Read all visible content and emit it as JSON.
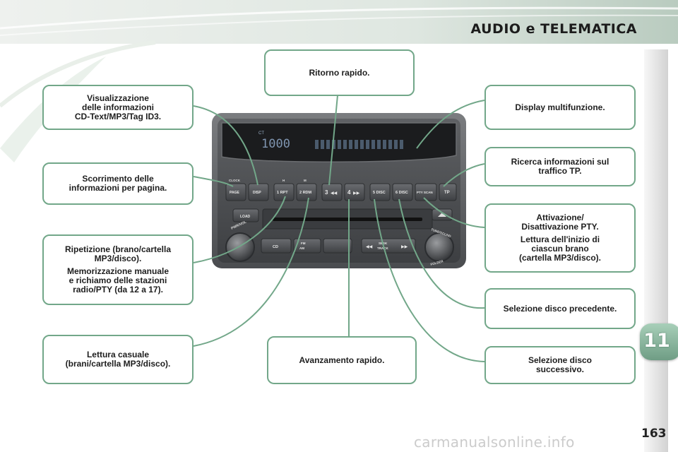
{
  "header": {
    "title": "AUDIO e TELEMATICA"
  },
  "chapter": {
    "number": "11"
  },
  "page": {
    "number": "163"
  },
  "watermark": "carmanualsonline.info",
  "callouts": {
    "rewind": "Ritorno rapido.",
    "info_display": "Visualizzazione\ndelle informazioni\nCD-Text/MP3/Tag ID3.",
    "multifunction_display": "Display multifunzione.",
    "page_scroll": "Scorrimento delle\ninformazioni per pagina.",
    "tp_search": "Ricerca informazioni sul\ntraffico TP.",
    "pty_toggle": "Attivazione/\nDisattivazione PTY.",
    "track_intro": "Lettura dell'inizio di\nciascun brano\n(cartella MP3/disco).",
    "repeat": "Ripetizione (brano/cartella\nMP3/disco).",
    "memory": "Memorizzazione manuale\ne richiamo delle stazioni\nradio/PTY (da 12 a 17).",
    "prev_disc": "Selezione disco precedente.",
    "random": "Lettura casuale\n(brani/cartella MP3/disco).",
    "fast_forward": "Avanzamento rapido.",
    "next_disc": "Selezione disco\nsuccessivo."
  },
  "radio": {
    "display": {
      "ct": "CT",
      "time": "1000"
    },
    "top_labels": {
      "clock": "CLOCK",
      "h": "H",
      "m": "M"
    },
    "buttons": {
      "page": "PAGE",
      "disp": "DISP",
      "b1": "1 RPT",
      "b2": "2 RDM",
      "b3": "3",
      "b4": "4",
      "b5": "5 DISC",
      "b6": "6 DISC",
      "pty_scan": "PTY SCAN",
      "tp": "TP",
      "load": "LOAD",
      "cd": "CD",
      "am": "AM",
      "fm": "FM",
      "seek": "SEEK",
      "track": "TRACK"
    },
    "knob_labels": {
      "left": "PWR/VOL",
      "right_top": "TUNE/SOUND",
      "right_bottom": "FOLDER"
    }
  }
}
